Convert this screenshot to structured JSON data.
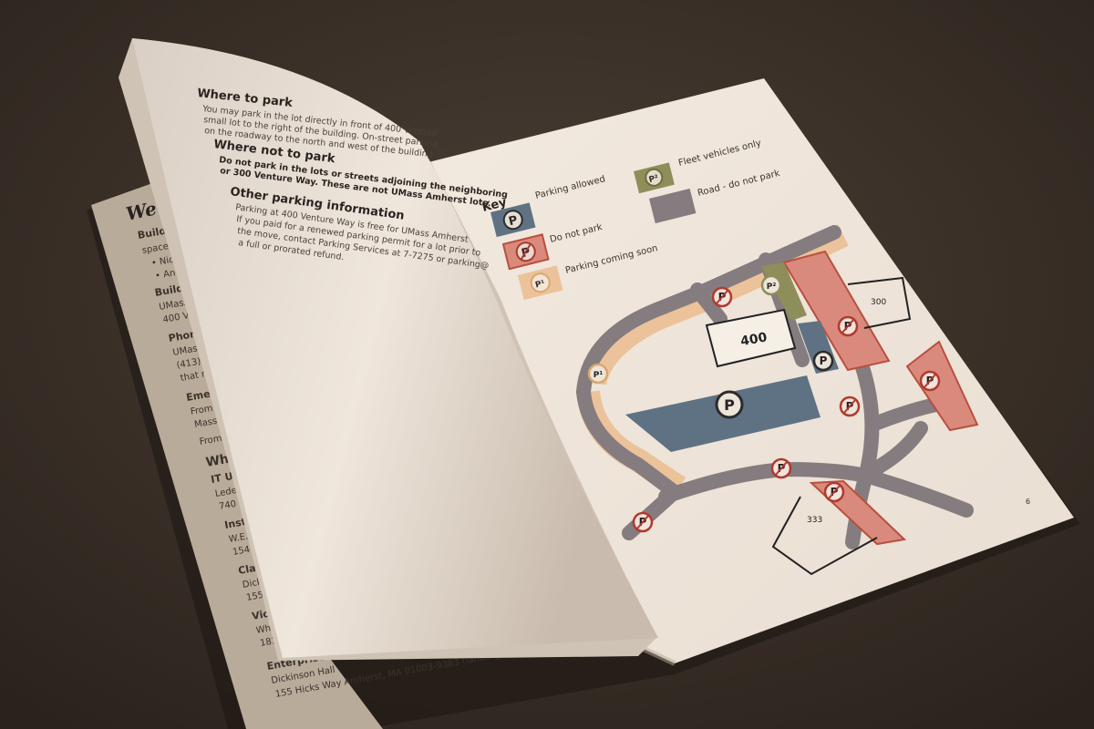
{
  "back_page": {
    "title": "We",
    "lines": [
      "Buildi",
      "space-",
      "• Nich",
      "• Ang",
      "Buildi",
      "UMass",
      "400 Ve",
      "Phone",
      "UMass",
      "(413) 5",
      "that nu",
      "Emerg",
      "From o",
      "Massac",
      "From c",
      "Wher",
      "IT User",
      "Lederle",
      "740 No",
      "Instruc",
      "W.E.B.",
      "154 Hic",
      "Classro",
      "Dickins",
      "155 Hic",
      "Vice Ch",
      "Whitmo",
      "181 Pre",
      "Enterprise",
      "Dickinson Hall",
      "155 Hicks Way Amherst, MA 01003-9383 (landing)"
    ]
  },
  "left_page": {
    "where_to_park": {
      "heading": "Where to park",
      "lines": [
        "You may park in the lot directly in front of 400 Venture",
        "small lot to the right of the building. On-street parking",
        "on the roadway to the north and west of the building."
      ]
    },
    "where_not_to_park": {
      "heading": "Where not to park",
      "lines": [
        "Do not park in the lots or streets adjoining the neighboring",
        "or 300 Venture Way. These are not UMass Amherst lots."
      ]
    },
    "other_parking": {
      "heading": "Other parking information",
      "lines": [
        "Parking at 400 Venture Way is free for UMass Amherst",
        "If you paid for a renewed parking permit for a lot prior to",
        "the move, contact Parking Services at 7-7275 or parking@",
        "a full or prorated refund."
      ]
    }
  },
  "right_page": {
    "key": {
      "title": "Key",
      "items": [
        {
          "label": "Parking allowed",
          "color": "#5f7283",
          "icon": "P"
        },
        {
          "label": "Do not park",
          "color": "#d98a7c",
          "icon": "P-crossed"
        },
        {
          "label": "Parking coming soon",
          "color": "#ecc29a",
          "icon": "P1"
        },
        {
          "label": "Fleet vehicles only",
          "color": "#8d8e5a",
          "icon": "P2"
        },
        {
          "label": "Road - do not park",
          "color": "#857c7f",
          "icon": ""
        }
      ]
    },
    "map": {
      "buildings": [
        "400",
        "300",
        "333"
      ],
      "marker_p": "P",
      "marker_p1": "P¹",
      "marker_p2": "P²"
    },
    "page_number": "6"
  }
}
